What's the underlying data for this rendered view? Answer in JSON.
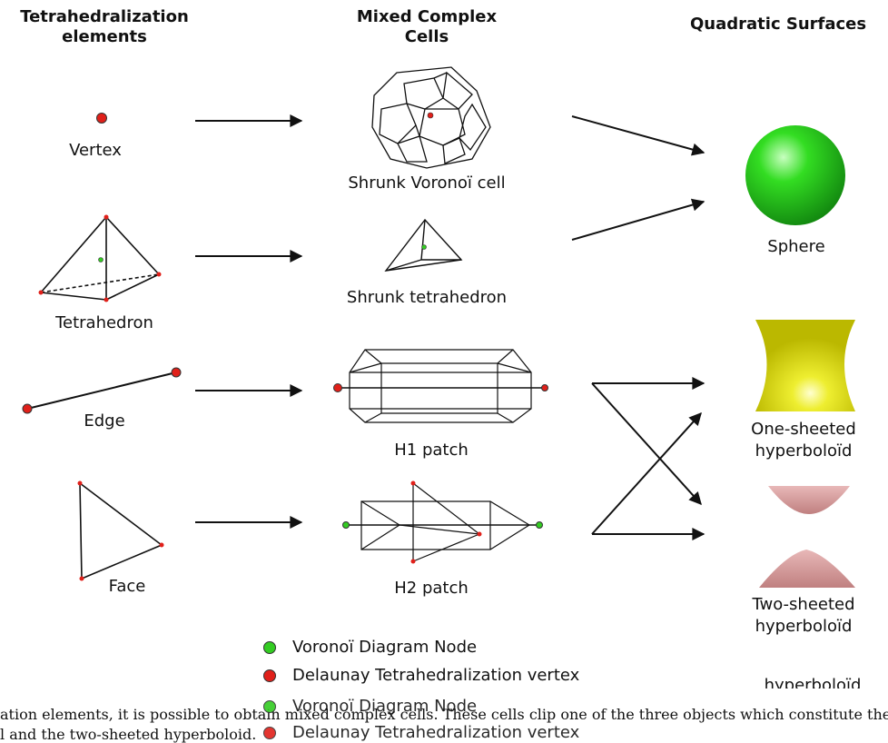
{
  "headers": {
    "col1": "Tetrahedralization\nelements",
    "col2": "Mixed Complex\nCells",
    "col3": "Quadratic Surfaces"
  },
  "labels": {
    "vertex": "Vertex",
    "tetrahedron": "Tetrahedron",
    "edge": "Edge",
    "face": "Face",
    "shrunk_voronoi": "Shrunk Voronoï cell",
    "shrunk_tetra": "Shrunk tetrahedron",
    "h1": "H1 patch",
    "h2": "H2 patch",
    "sphere": "Sphere",
    "one_sheeted": "One-sheeted\nhyperboloïd",
    "two_sheeted": "Two-sheeted\nhyperboloïd"
  },
  "legend": [
    {
      "label": "Voronoï Diagram Node",
      "color": "#33cc22"
    },
    {
      "label": "Delaunay Tetrahedralization vertex",
      "color": "#e0201a"
    }
  ],
  "caption": {
    "line1": "ation elements, it is possible to obtain mixed complex cells. These cells clip one of the three objects which constitute the sk",
    "line2": "l and the two-sheeted hyperboloid."
  },
  "overlap": {
    "node": "Voronoï Diagram Node",
    "vertex": "Delaunay Tetrahedralization vertex",
    "partial": "hyperboloïd"
  },
  "colors": {
    "red": "#e0201a",
    "green": "#33cc22",
    "sphere": "#22cc22",
    "yellow": "#e0e020",
    "pink": "#d8a0a0"
  }
}
